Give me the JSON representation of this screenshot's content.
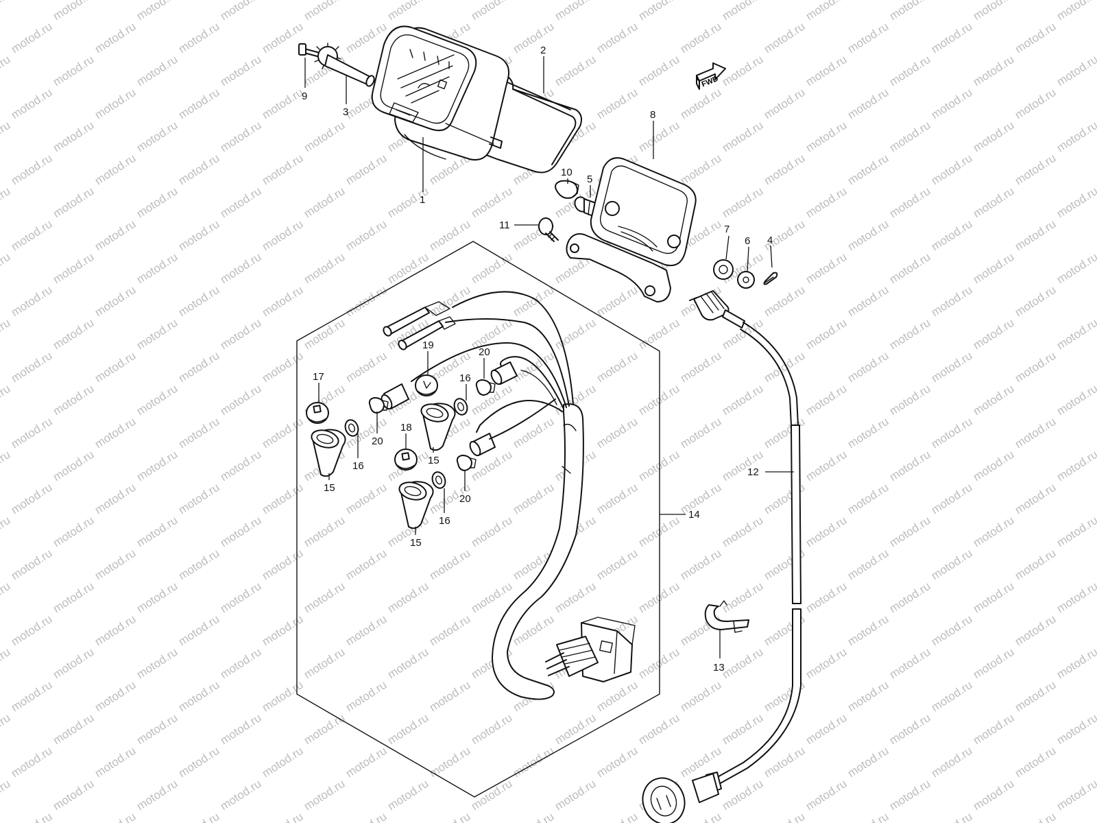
{
  "watermark": {
    "text": "motod.ru",
    "color": "#bdbdbd"
  },
  "fwd_label": "FWD",
  "callouts": [
    {
      "id": "c1",
      "label": "1"
    },
    {
      "id": "c2",
      "label": "2"
    },
    {
      "id": "c3",
      "label": "3"
    },
    {
      "id": "c4",
      "label": "4"
    },
    {
      "id": "c5",
      "label": "5"
    },
    {
      "id": "c6",
      "label": "6"
    },
    {
      "id": "c7",
      "label": "7"
    },
    {
      "id": "c8",
      "label": "8"
    },
    {
      "id": "c9",
      "label": "9"
    },
    {
      "id": "c10",
      "label": "10"
    },
    {
      "id": "c11",
      "label": "11"
    },
    {
      "id": "c12",
      "label": "12"
    },
    {
      "id": "c13",
      "label": "13"
    },
    {
      "id": "c14",
      "label": "14"
    },
    {
      "id": "c15a",
      "label": "15"
    },
    {
      "id": "c15b",
      "label": "15"
    },
    {
      "id": "c15c",
      "label": "15"
    },
    {
      "id": "c16a",
      "label": "16"
    },
    {
      "id": "c16b",
      "label": "16"
    },
    {
      "id": "c16c",
      "label": "16"
    },
    {
      "id": "c17",
      "label": "17"
    },
    {
      "id": "c18",
      "label": "18"
    },
    {
      "id": "c19",
      "label": "19"
    },
    {
      "id": "c20a",
      "label": "20"
    },
    {
      "id": "c20b",
      "label": "20"
    },
    {
      "id": "c20c",
      "label": "20"
    }
  ]
}
